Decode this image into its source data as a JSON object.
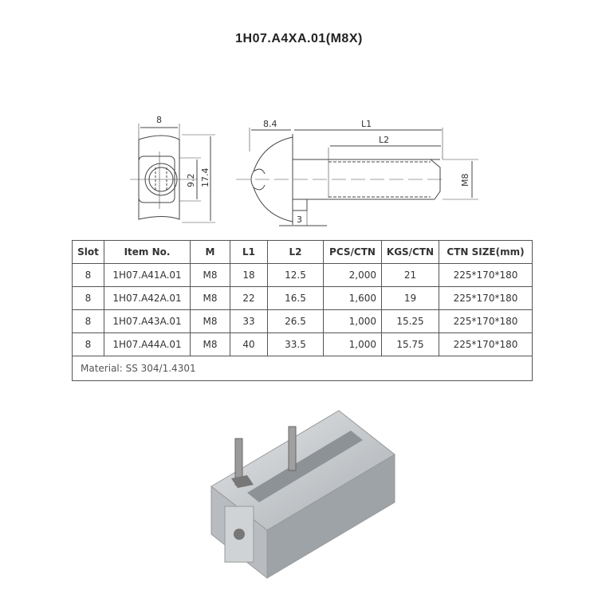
{
  "title": "1H07.A4XA.01(M8X)",
  "drawing": {
    "front_width": "8",
    "front_inner": "9.2",
    "front_height": "17.4",
    "head_width": "8.4",
    "l1": "L1",
    "l2": "L2",
    "thread": "M8",
    "neck": "3"
  },
  "table": {
    "headers": [
      "Slot",
      "Item No.",
      "M",
      "L1",
      "L2",
      "PCS/CTN",
      "KGS/CTN",
      "CTN SIZE(mm)"
    ],
    "rows": [
      [
        "8",
        "1H07.A41A.01",
        "M8",
        "18",
        "12.5",
        "2,000",
        "21",
        "225*170*180"
      ],
      [
        "8",
        "1H07.A42A.01",
        "M8",
        "22",
        "16.5",
        "1,600",
        "19",
        "225*170*180"
      ],
      [
        "8",
        "1H07.A43A.01",
        "M8",
        "33",
        "26.5",
        "1,000",
        "15.25",
        "225*170*180"
      ],
      [
        "8",
        "1H07.A44A.01",
        "M8",
        "40",
        "33.5",
        "1,000",
        "15.75",
        "225*170*180"
      ]
    ],
    "material": "Material:  SS 304/1.4301"
  }
}
